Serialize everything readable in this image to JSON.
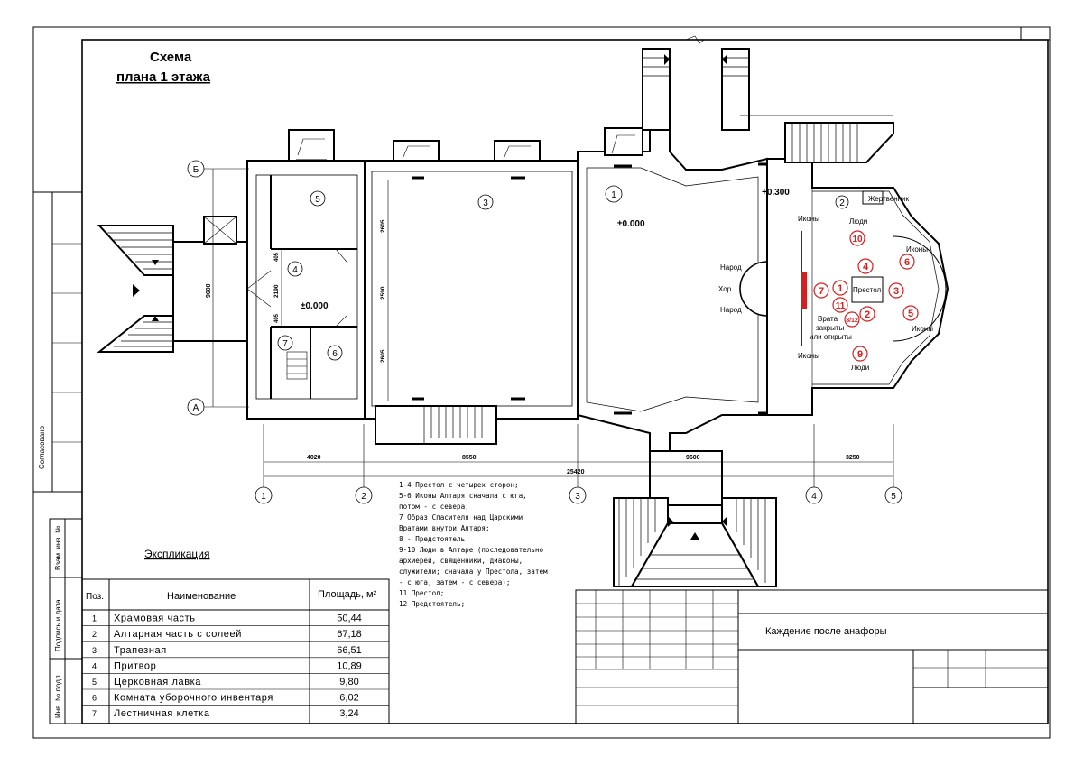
{
  "title": {
    "line1": "Схема",
    "line2": "плана 1 этажа"
  },
  "side_labels": {
    "agreed": "Согласовано",
    "inv_vzam": "Взам. инв. №",
    "podpis": "Подпись и дата",
    "inv_podl": "Инв. № подл."
  },
  "plan": {
    "elevation_main": "±0.000",
    "elevation_narthex": "±0.000",
    "elevation_altar": "+0.300",
    "room_numbers": [
      "1",
      "2",
      "3",
      "4",
      "5",
      "6",
      "7"
    ],
    "axis_letters": [
      "Б",
      "А"
    ],
    "axis_numbers": [
      "1",
      "2",
      "3",
      "4",
      "5"
    ],
    "dim_vertical_main": "9600",
    "dim_vertical_parts": [
      "2605",
      "2590",
      "2605"
    ],
    "dim_vertical_narthex": [
      "405",
      "2190",
      "405"
    ],
    "dim_horizontal": [
      "4020",
      "8550",
      "9600",
      "3250"
    ],
    "dim_total": "25420",
    "labels": {
      "narod1": "Народ",
      "khor": "Хор",
      "narod2": "Народ",
      "ikony1": "Иконы",
      "ikony2": "Иконы",
      "ikony3": "Иконы",
      "ikony4": "Иконы",
      "lyudi1": "Люди",
      "lyudi2": "Люди",
      "prestol": "Престол",
      "zhertvennik": "Жертвенник",
      "vrata1": "Врата",
      "vrata2": "закрыты",
      "vrata3": "или открыты"
    },
    "red_markers": [
      "10",
      "6",
      "4",
      "7",
      "1",
      "3",
      "11",
      "8/12",
      "2",
      "5",
      "9"
    ]
  },
  "legend_lines": [
    "1-4 Престол с четырех сторон;",
    "5-6 Иконы Алтаря сначала с юга,",
    "потом - с севера;",
    "7 Образ Спасителя над Царскими",
    "Вратами внутри Алтаря;",
    "8 - Предстоятель",
    "9-10 Люди в Алтаре (последовательно",
    "архиерей, священники, диаконы,",
    "служители; сначала у Престола, затем",
    "- с юга, затем - с севера);",
    "11 Престол;",
    "12 Предстоятель;"
  ],
  "explication": {
    "title": "Экспликация",
    "headers": {
      "pos": "Поз.",
      "name": "Наименование",
      "area": "Площадь, м²"
    },
    "rows": [
      {
        "pos": "1",
        "name": "Храмовая часть",
        "area": "50,44"
      },
      {
        "pos": "2",
        "name": "Алтарная часть с солеей",
        "area": "67,18"
      },
      {
        "pos": "3",
        "name": "Трапезная",
        "area": "66,51"
      },
      {
        "pos": "4",
        "name": "Притвор",
        "area": "10,89"
      },
      {
        "pos": "5",
        "name": "Церковная лавка",
        "area": "9,80"
      },
      {
        "pos": "6",
        "name": "Комната уборочного инвентаря",
        "area": "6,02"
      },
      {
        "pos": "7",
        "name": "Лестничная клетка",
        "area": "3,24"
      }
    ]
  },
  "stamp": {
    "title": "Каждение после анафоры"
  },
  "colors": {
    "marker": "#d42020",
    "line": "#000000"
  }
}
